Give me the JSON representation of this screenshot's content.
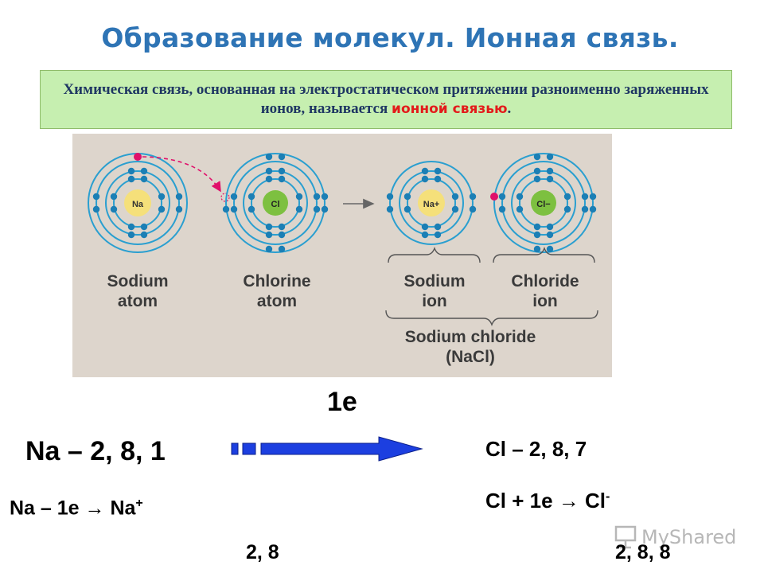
{
  "title": "Образование молекул. Ионная связь.",
  "definition": {
    "text_before": "Химическая связь, основанная на электростатическом притяжении разноименно заряженных ионов, называется ",
    "highlight": "ионной связью",
    "text_after": "."
  },
  "diagram": {
    "na_nucleus": "Na",
    "cl_nucleus": "Cl",
    "na_ion_nucleus": "Na+",
    "cl_ion_nucleus": "Cl−",
    "sodium_atom_line1": "Sodium",
    "sodium_atom_line2": "atom",
    "chlorine_atom_line1": "Chlorine",
    "chlorine_atom_line2": "atom",
    "sodium_ion_line1": "Sodium",
    "sodium_ion_line2": "ion",
    "chloride_ion_line1": "Chloride",
    "chloride_ion_line2": "ion",
    "nacl_line1": "Sodium chloride",
    "nacl_line2": "(NaCl)"
  },
  "equations": {
    "electron": "1e",
    "na_config": "Na – 2, 8, 1",
    "cl_config": "Cl – 2, 8, 7",
    "na_reaction_left": "Na – 1e ",
    "na_reaction_arrow": "→",
    "na_reaction_right": " Na",
    "na_charge": "+",
    "cl_reaction_left": "Cl + 1e ",
    "cl_reaction_arrow": "→",
    "cl_reaction_right": " Cl",
    "cl_charge": "-",
    "na_ion_config": "2, 8",
    "cl_ion_config": "2, 8, 8"
  },
  "watermark": "MyShared",
  "colors": {
    "title": "#2e74b5",
    "definition_bg": "#c6efb0",
    "highlight": "#e31b1b",
    "electron": "#1b7fb5",
    "transferred_electron": "#e0106a",
    "nucleus": "#f5e07a",
    "arrow": "#1c3fe0"
  }
}
